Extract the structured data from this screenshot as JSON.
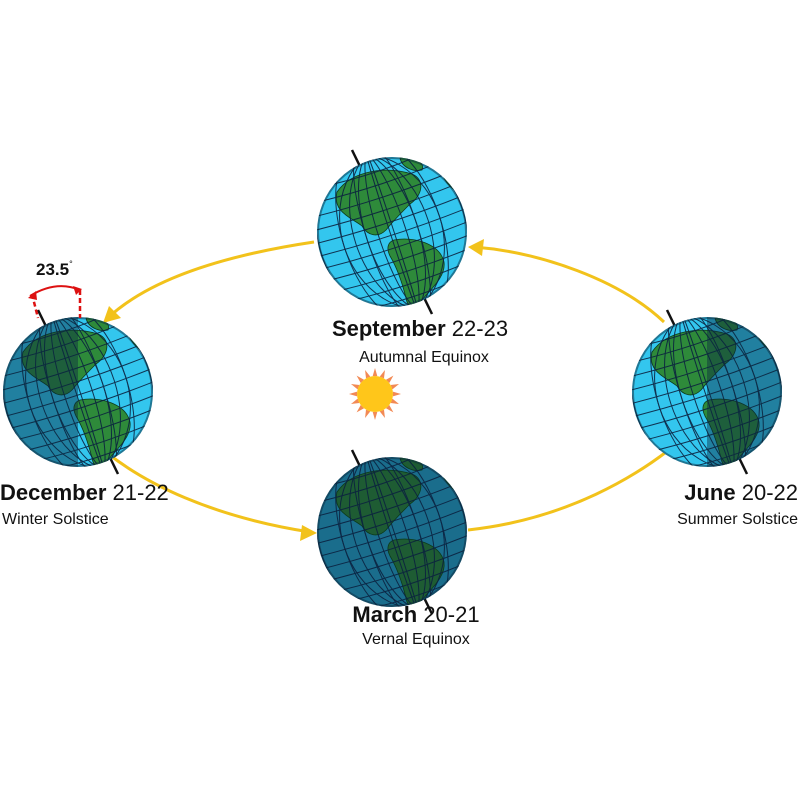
{
  "seasons": [
    {
      "id": "september",
      "date_bold": "September",
      "date_range": "22-23",
      "name": "Autumnal Equinox"
    },
    {
      "id": "december",
      "date_bold": "December",
      "date_range": "21-22",
      "name": "Winter Solstice"
    },
    {
      "id": "march",
      "date_bold": "March",
      "date_range": "20-21",
      "name": "Vernal Equinox"
    },
    {
      "id": "june",
      "date_bold": "June",
      "date_range": "20-22",
      "name": "Summer Solstice"
    }
  ],
  "tilt": {
    "value": "23.5",
    "unit": "°"
  },
  "colors": {
    "orbit": "#f2c21b",
    "ocean_light": "#33c6ee",
    "ocean_dark": "#1a6d8c",
    "land_light": "#2e8a3a",
    "land_dark": "#1e5c33",
    "grid": "#0c2240",
    "sun_fill": "#ffc61a",
    "sun_ray": "#f28a55",
    "tilt_marker": "#dd1111"
  },
  "icons": {
    "sun": "sun-icon",
    "earth": "earth-globe-icon"
  }
}
